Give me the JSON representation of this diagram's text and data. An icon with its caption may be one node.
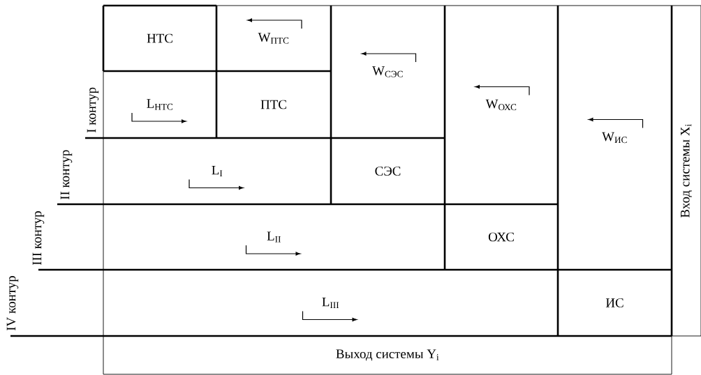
{
  "diagram": {
    "nodes": [
      {
        "text": [
          "НТС"
        ]
      },
      {
        "text": [
          "W$_{ПТС}$"
        ]
      },
      {
        "text": [
          "L$_{НТС}$"
        ]
      },
      {
        "text": [
          "ПТС"
        ]
      },
      {
        "text": [
          "W$_{СЭС}$"
        ]
      },
      {
        "text": [
          "L$_{I}$"
        ]
      },
      {
        "text": [
          "СЭС"
        ]
      },
      {
        "text": [
          "W$_{ОХС}$"
        ]
      },
      {
        "text": [
          "L$_{II}$"
        ]
      },
      {
        "text": [
          "ОХС"
        ]
      },
      {
        "text": [
          "W$_{ИС}$"
        ]
      },
      {
        "text": [
          "L$_{III}$"
        ]
      },
      {
        "text": [
          "ИС"
        ]
      },
      {
        "text": [
          "Вход системы X$_{i}$"
        ]
      },
      {
        "text": [
          "Выход системы Y$_{i}$"
        ]
      }
    ],
    "labels": [
      "I контур",
      "II контур",
      "III контур",
      "IV контур"
    ]
  }
}
